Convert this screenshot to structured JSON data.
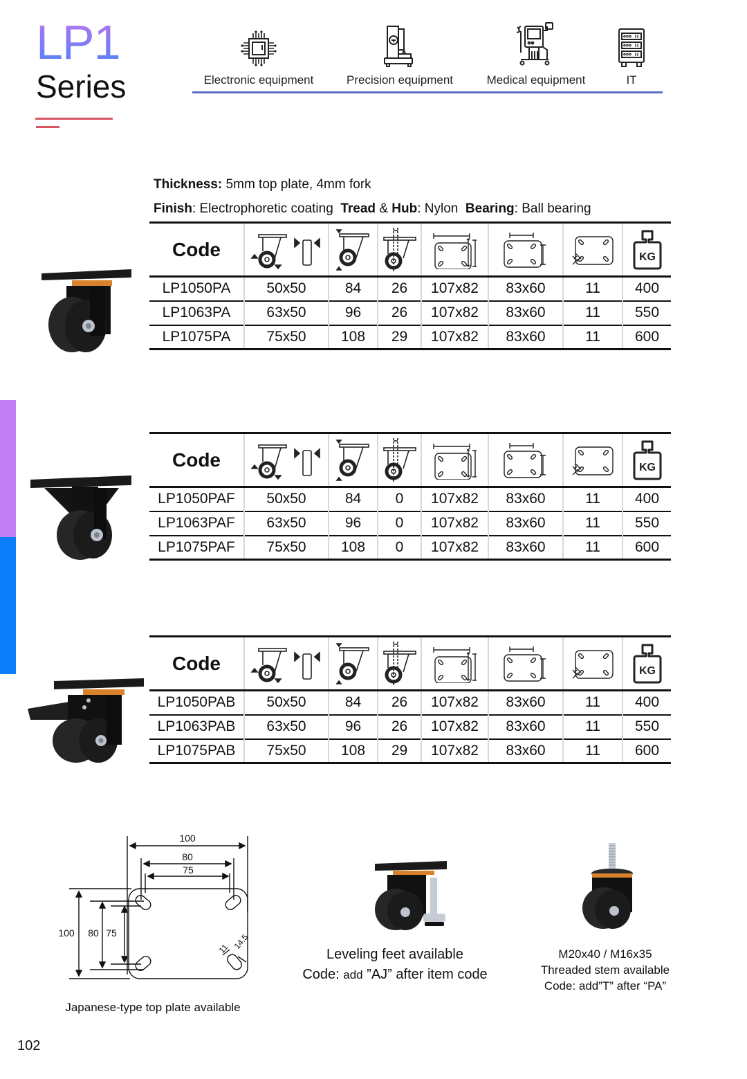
{
  "header": {
    "series_code": "LP1",
    "series_word": "Series",
    "accent_colors": {
      "title_gradient_top": "#b976f2",
      "title_gradient_bottom": "#4f84f8",
      "underline": "#d65563",
      "apps_rule": "#5c6bc8",
      "side_bar_purple": "#c27ef5",
      "side_bar_blue": "#0a7ef9"
    }
  },
  "applications": [
    {
      "label": "Electronic equipment",
      "icon": "chip-icon"
    },
    {
      "label": "Precision equipment",
      "icon": "precision-machine-icon"
    },
    {
      "label": "Medical equipment",
      "icon": "medical-machine-icon"
    },
    {
      "label": "IT",
      "icon": "server-rack-icon"
    }
  ],
  "specs": {
    "thickness_label": "Thickness:",
    "thickness_value": " 5mm top plate, 4mm fork",
    "finish_label": "Finish",
    "finish_value": ": Electrophoretic coating  ",
    "tread_label": "Tread",
    "tread_amp": " & ",
    "hub_label": "Hub",
    "tread_value": ": Nylon  ",
    "bearing_label": "Bearing",
    "bearing_value": ": Ball bearing"
  },
  "table_header": {
    "code": "Code",
    "columns": [
      "wheel-size-icon",
      "overall-height-icon",
      "swivel-offset-icon",
      "top-plate-size-icon",
      "bolt-hole-spacing-icon",
      "bolt-hole-diameter-icon",
      "load-capacity-kg-icon"
    ],
    "kg": "KG"
  },
  "tables": [
    {
      "type": "swivel",
      "rows": [
        [
          "LP1050PA",
          "50x50",
          "84",
          "26",
          "107x82",
          "83x60",
          "11",
          "400"
        ],
        [
          "LP1063PA",
          "63x50",
          "96",
          "26",
          "107x82",
          "83x60",
          "11",
          "550"
        ],
        [
          "LP1075PA",
          "75x50",
          "108",
          "29",
          "107x82",
          "83x60",
          "11",
          "600"
        ]
      ]
    },
    {
      "type": "fixed",
      "rows": [
        [
          "LP1050PAF",
          "50x50",
          "84",
          "0",
          "107x82",
          "83x60",
          "11",
          "400"
        ],
        [
          "LP1063PAF",
          "63x50",
          "96",
          "0",
          "107x82",
          "83x60",
          "11",
          "550"
        ],
        [
          "LP1075PAF",
          "75x50",
          "108",
          "0",
          "107x82",
          "83x60",
          "11",
          "600"
        ]
      ]
    },
    {
      "type": "swivel-brake",
      "rows": [
        [
          "LP1050PAB",
          "50x50",
          "84",
          "26",
          "107x82",
          "83x60",
          "11",
          "400"
        ],
        [
          "LP1063PAB",
          "63x50",
          "96",
          "26",
          "107x82",
          "83x60",
          "11",
          "550"
        ],
        [
          "LP1075PAB",
          "75x50",
          "108",
          "29",
          "107x82",
          "83x60",
          "11",
          "600"
        ]
      ]
    }
  ],
  "plate_drawing": {
    "dims": {
      "outer_w": "100",
      "mid_w": "80",
      "inner_w": "75",
      "outer_h": "100",
      "mid_h": "80",
      "inner_h": "75",
      "slot_w": "11",
      "slot_l": "14.5"
    },
    "caption": "Japanese-type top plate available"
  },
  "options": {
    "leveling": {
      "line1": "Leveling feet available",
      "line2_prefix": "Code: ",
      "line2_small": "add",
      "line2_rest": " ”AJ” after item code"
    },
    "threaded": {
      "line1": "M20x40 / M16x35",
      "line2": "Threaded stem available",
      "line3": "Code: add”T” after “PA”"
    }
  },
  "page_number": "102"
}
